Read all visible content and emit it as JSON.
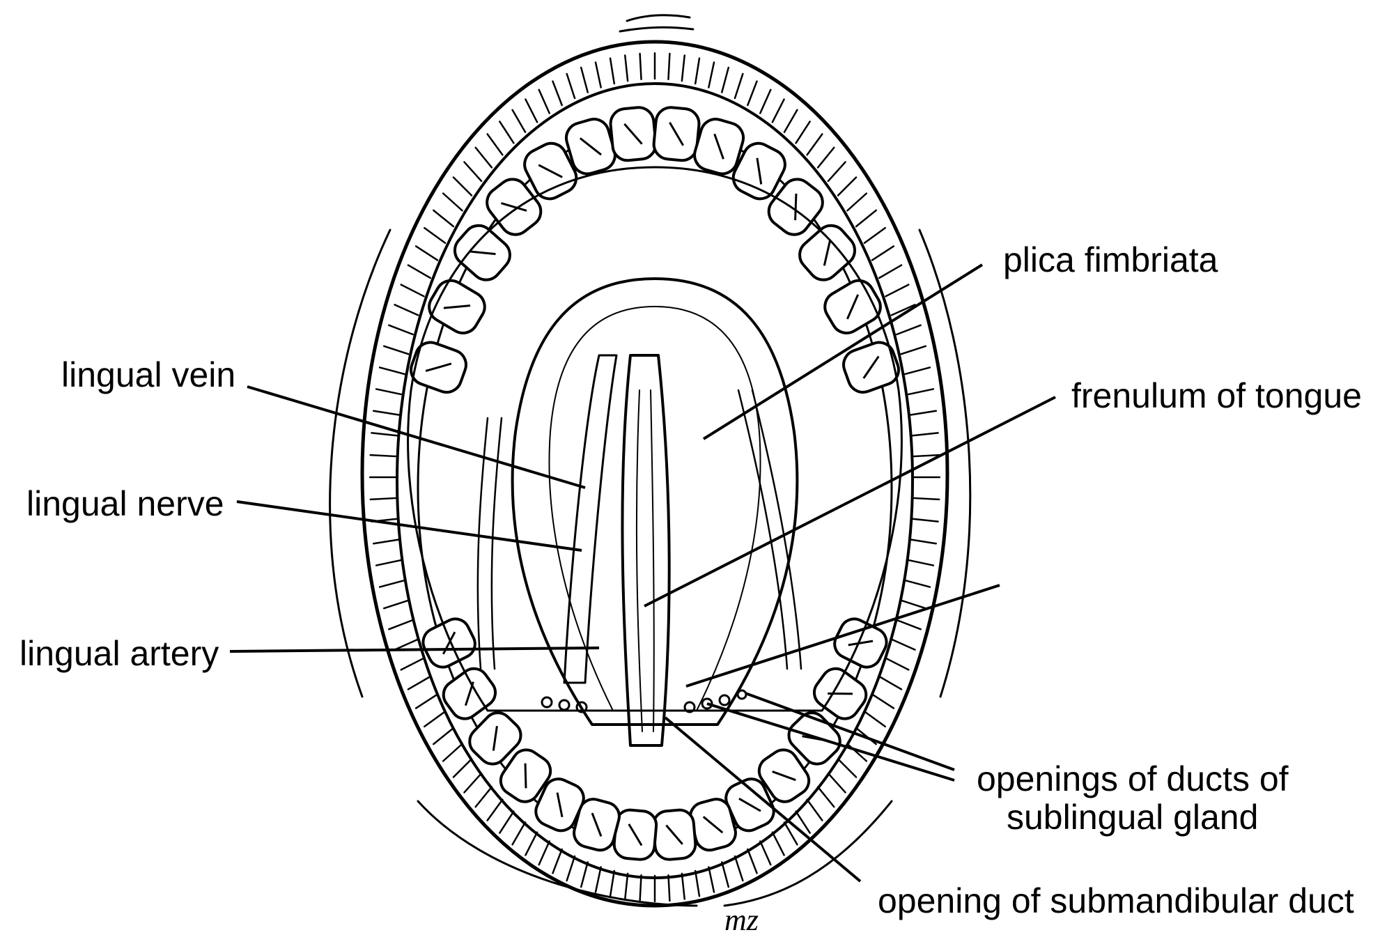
{
  "labels": {
    "plica_fimbriata": "plica fimbriata",
    "lingual_vein": "lingual vein",
    "frenulum_of_tongue": "frenulum of tongue",
    "lingual_nerve": "lingual nerve",
    "lingual_artery": "lingual artery",
    "openings_sublingual_line1": "openings of ducts of",
    "openings_sublingual_line2": "sublingual gland",
    "opening_submandibular": "opening of submandibular duct"
  },
  "artist_signature": "mz"
}
